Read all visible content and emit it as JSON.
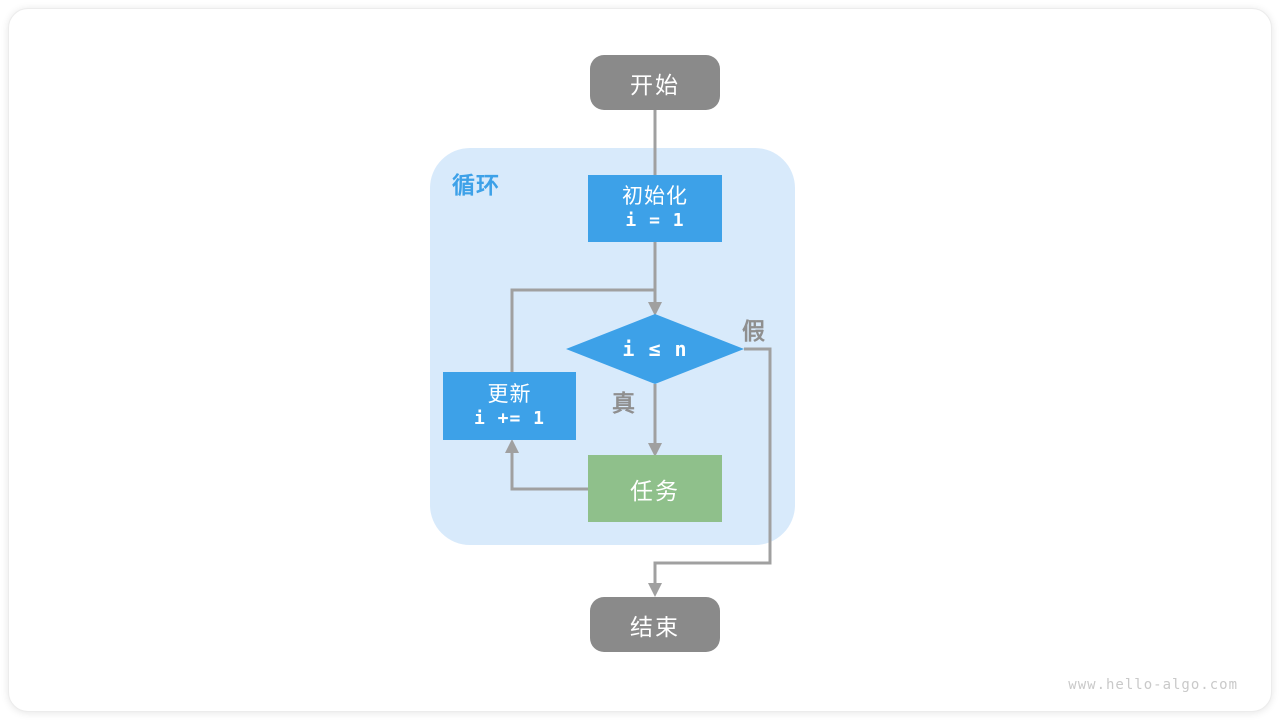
{
  "colors": {
    "node-gray": "#8a8a8a",
    "node-blue": "#3da1e8",
    "node-green": "#8fc08b",
    "loop-bg": "#d8eafb",
    "loop-label": "#3da1e8",
    "line": "#a0a0a0",
    "edge-label": "#8f8f8f",
    "watermark": "#c9c9c9",
    "text-on-node": "#ffffff"
  },
  "flowchart": {
    "start": {
      "label": "开始"
    },
    "loop": {
      "label": "循环"
    },
    "init": {
      "title": "初始化",
      "code": "i = 1"
    },
    "condition": {
      "code": "i ≤ n"
    },
    "branch_true": {
      "label": "真"
    },
    "branch_false": {
      "label": "假"
    },
    "update": {
      "title": "更新",
      "code": "i += 1"
    },
    "task": {
      "label": "任务"
    },
    "end": {
      "label": "结束"
    },
    "edges": [
      {
        "from": "开始",
        "to": "初始化",
        "label": ""
      },
      {
        "from": "初始化",
        "to": "i ≤ n",
        "label": ""
      },
      {
        "from": "i ≤ n",
        "to": "任务",
        "label": "真"
      },
      {
        "from": "i ≤ n",
        "to": "结束",
        "label": "假"
      },
      {
        "from": "任务",
        "to": "更新",
        "label": ""
      },
      {
        "from": "更新",
        "to": "i ≤ n",
        "label": ""
      }
    ]
  },
  "footer": {
    "watermark": "www.hello-algo.com"
  }
}
